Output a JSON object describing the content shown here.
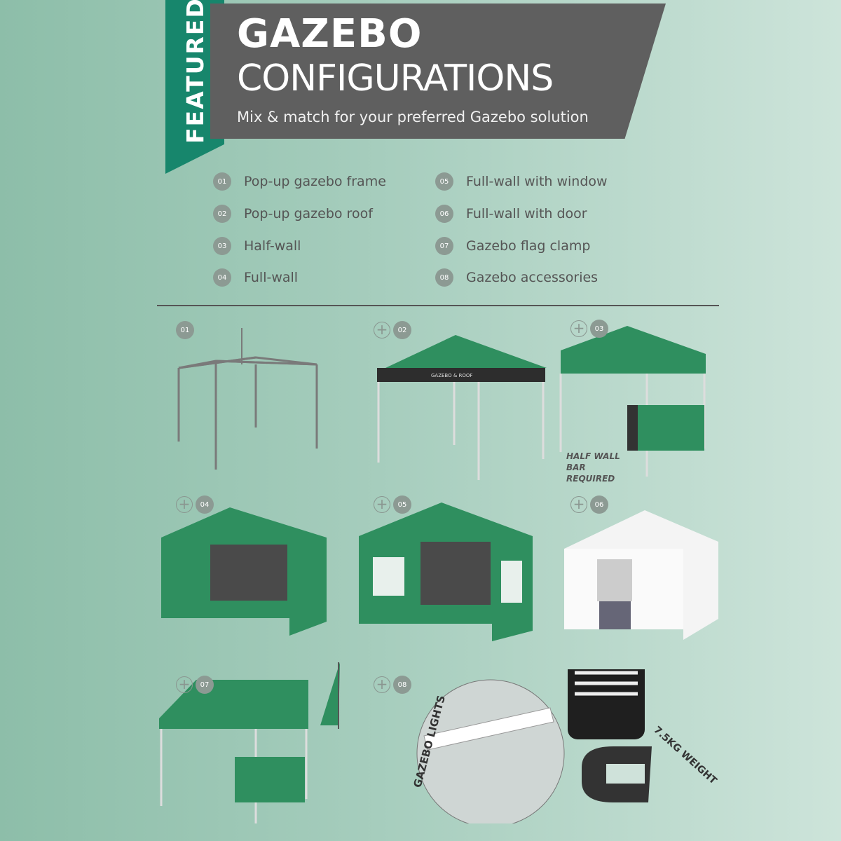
{
  "ribbon": {
    "label": "FEATURED"
  },
  "header": {
    "title_bold": "GAZEBO",
    "title_light": "CONFIGURATIONS",
    "subtitle": "Mix & match for your preferred Gazebo solution"
  },
  "list": [
    {
      "num": "01",
      "label": "Pop-up gazebo frame"
    },
    {
      "num": "02",
      "label": "Pop-up gazebo roof"
    },
    {
      "num": "03",
      "label": "Half-wall"
    },
    {
      "num": "04",
      "label": "Full-wall"
    },
    {
      "num": "05",
      "label": "Full-wall with window"
    },
    {
      "num": "06",
      "label": "Full-wall with door"
    },
    {
      "num": "07",
      "label": "Gazebo flag clamp"
    },
    {
      "num": "08",
      "label": "Gazebo accessories"
    }
  ],
  "captions": {
    "roof_print": "GAZEBO & ROOF",
    "half_wall": "HALF WALL BAR REQUIRED",
    "lights": "GAZEBO LIGHTS",
    "weight": "7.5KG WEIGHT"
  },
  "colors": {
    "ribbon": "#17866c",
    "banner": "#5f5f5f",
    "print_green": "#2f8f5f"
  }
}
